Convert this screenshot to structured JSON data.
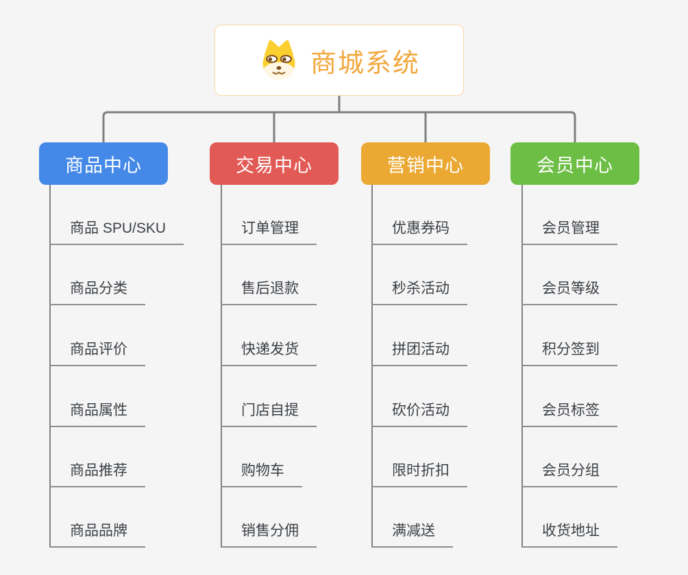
{
  "root": {
    "title": "商城系统",
    "icon": "dog-icon"
  },
  "branches": [
    {
      "label": "商品中心",
      "color": "#4589E8",
      "items": [
        "商品 SPU/SKU",
        "商品分类",
        "商品评价",
        "商品属性",
        "商品推荐",
        "商品品牌"
      ]
    },
    {
      "label": "交易中心",
      "color": "#E25A55",
      "items": [
        "订单管理",
        "售后退款",
        "快递发货",
        "门店自提",
        "购物车",
        "销售分佣"
      ]
    },
    {
      "label": "营销中心",
      "color": "#EBA832",
      "items": [
        "优惠券码",
        "秒杀活动",
        "拼团活动",
        "砍价活动",
        "限时折扣",
        "满减送"
      ]
    },
    {
      "label": "会员中心",
      "color": "#6CBE45",
      "items": [
        "会员管理",
        "会员等级",
        "积分签到",
        "会员标签",
        "会员分组",
        "收货地址"
      ]
    }
  ],
  "colors": {
    "background": "#F5F5F5",
    "connector": "#7F7F7F",
    "underline": "#8C8C8C",
    "item_text": "#3B3F44",
    "root_border": "#F5AB43",
    "root_title": "#F2A83E"
  }
}
